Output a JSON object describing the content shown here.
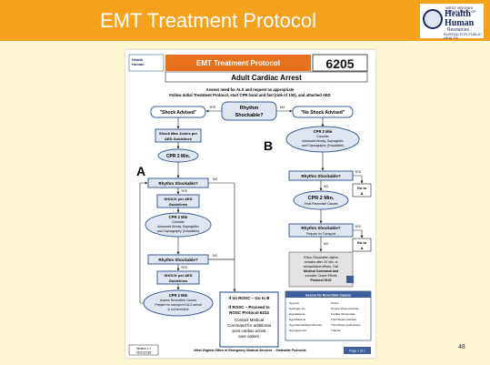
{
  "slide": {
    "title": "EMT Treatment Protocol",
    "page_number": "48",
    "logo": {
      "line1": "WEST VIRGINIA DEPARTMENT OF",
      "line2": "Health",
      "line3": "Human",
      "line4": "Resources",
      "line5": "BUREAU FOR PUBLIC HEALTH"
    }
  },
  "document": {
    "header_title": "EMT Treatment Protocol",
    "protocol_number": "6205",
    "subtitle": "Adult Cardiac Arrest",
    "instructions": [
      "Assess need for ALS and request as appropriate",
      "Follow Initial Treatment Protocol, start CPR hand and fast (rate of 100), and attached AED"
    ],
    "nodes": {
      "rhythm_shockable_top": [
        "Rhythm",
        "Shockable?"
      ],
      "shock_advised": "\"Shock Advised\"",
      "no_shock_advised": "\"No Shock Advised\"",
      "shock_max_joules": [
        "Shock Max Joules per",
        "AED Guidelines"
      ],
      "cpr_2min_a": "CPR 2 Min.",
      "rhythm_shockable_a1": "Rhythm Shockable?",
      "shock_per_aed_1": [
        "SHOCK per AED",
        "Guidelines"
      ],
      "cpr_2min_consider": [
        "CPR 2 Min",
        "Consider",
        "Advanced Airway, Supraglottic",
        "and Capnography (if available)"
      ],
      "rhythm_shockable_a2": "Rhythm Shockable?",
      "shock_per_aed_2": [
        "SHOCK per AED",
        "Guidelines"
      ],
      "cpr_2min_final": [
        "CPR 2 Min",
        "Assess Reversible Causes",
        "Prepare for transport if ALS arrival",
        "is not imminent"
      ],
      "cpr_2min_b": [
        "CPR 2 Min",
        "Consider",
        "Advanced Airway, Supraglottic",
        "and Capnography (if available)"
      ],
      "rhythm_shockable_b1": "Rhythm Shockable?",
      "cpr_2min_b2": [
        "CPR 2 Min.",
        "Treat Reversible Causes"
      ],
      "rhythm_shockable_b3": [
        "Rhythm Shockable?",
        "Prepare for Transport"
      ],
      "go_to_a_1": [
        "Go to",
        "A"
      ],
      "go_to_a_2": [
        "Go to",
        "A"
      ],
      "no_rosc_box": [
        "If Non-Shockable rhythm",
        "remains after 20 min. of",
        "resuscitative efforts, Call",
        "Medical Command and",
        "consider Cease Efforts",
        "Protocol 9102"
      ],
      "rosc_box": [
        "If no ROSC – Go to B",
        "",
        "If ROSC – Proceed to",
        "ROSC Protocol 6214",
        "Contact Medical",
        "Command for additional",
        "post cardiac arrest",
        "care orders."
      ],
      "reversible_causes": {
        "title": "Assess for Reversible Causes",
        "left": [
          "Hypoxia",
          "Hydrogen ion",
          "Hypokalemia",
          "Hyperkalemia",
          "Hypothermia/Hyperthermia",
          "Hypoglycemia"
        ],
        "right": [
          "Toxins",
          "Tension Pneumothorax",
          "Cardiac Tamponade",
          "Thrombosis (cardiac)",
          "Thrombosis (pulmonary)",
          "Trauma"
        ]
      }
    },
    "labels": {
      "yes": "YES",
      "no": "NO",
      "a": "A",
      "b": "B"
    },
    "footer": {
      "version": [
        "Version 1.1",
        "01/01/2018"
      ],
      "center": "West Virginia Office of Emergency Medical Services – Statewide Protocols",
      "page": "Page 1 of 1"
    }
  },
  "colors": {
    "title_bar": "#f4a21e",
    "background": "#fdf7d2",
    "doc_header_orange": "#e8711e",
    "box_blue": "#3e5f99",
    "box_fill": "#dfe6f2"
  }
}
